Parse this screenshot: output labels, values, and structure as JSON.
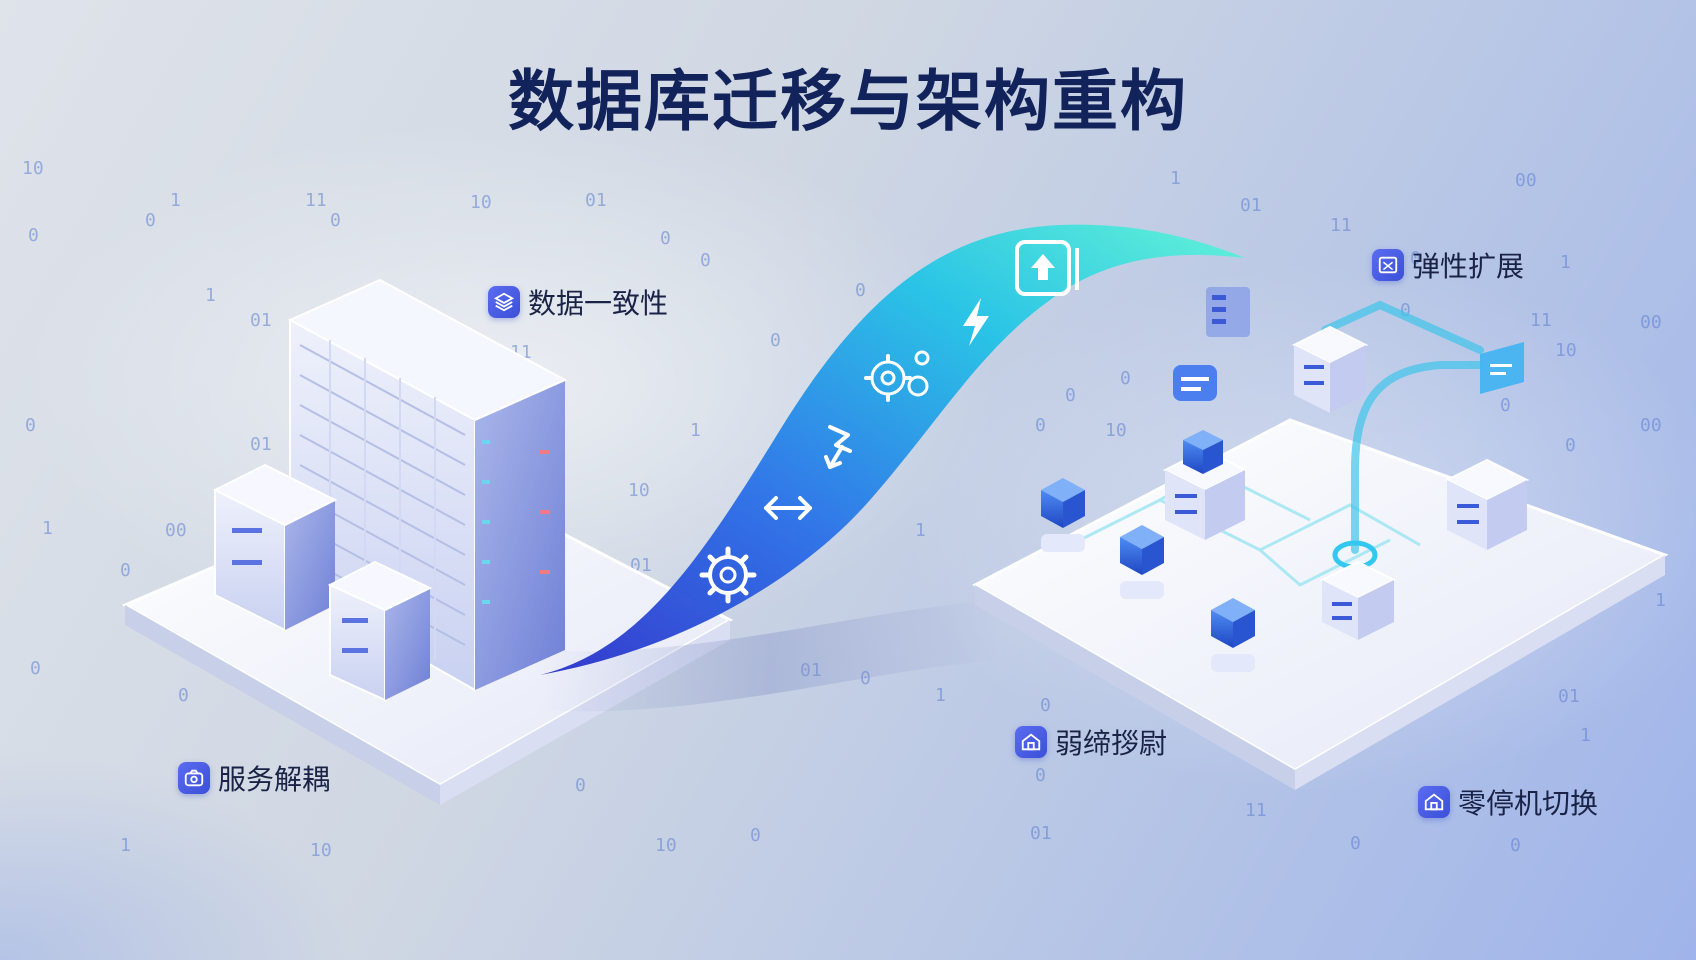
{
  "title": "数据库迁移与架构重构",
  "labels": {
    "data_consistency": "数据一致性",
    "service_decoupling": "服务解耦",
    "elastic_scaling": "弹性扩展",
    "middle_label": "弱缔拶尉",
    "zero_downtime": "零停机切换"
  },
  "icons": {
    "data_consistency": "layers-icon",
    "service_decoupling": "camera-icon",
    "elastic_scaling": "window-icon",
    "middle_label": "home-icon",
    "zero_downtime": "home-icon",
    "stream": [
      "gear-icon",
      "double-arrow-icon",
      "flag-arrow-icon",
      "gears-icon",
      "lightning-icon",
      "upload-box-icon"
    ]
  },
  "colors": {
    "title": "#12225a",
    "accent": "#3b4fd8",
    "stream_start": "#2f3fd6",
    "stream_end": "#3ef0d8"
  },
  "binary_digits": [
    "10",
    "1",
    "11",
    "10",
    "01",
    "1",
    "00",
    "0",
    "0",
    "0",
    "0",
    "11",
    "01",
    "01",
    "0",
    "0",
    "0",
    "11",
    "00",
    "0",
    "11",
    "1",
    "0",
    "1",
    "10",
    "1",
    "01",
    "0",
    "10",
    "0",
    "00",
    "0",
    "1",
    "0",
    "00",
    "0",
    "01",
    "1",
    "10",
    "0",
    "0",
    "11",
    "01",
    "0",
    "1",
    "10",
    "0",
    "01",
    "0",
    "10",
    "0",
    "0",
    "1",
    "1",
    "0",
    "10",
    "0",
    "0",
    "01",
    "0",
    "1"
  ]
}
